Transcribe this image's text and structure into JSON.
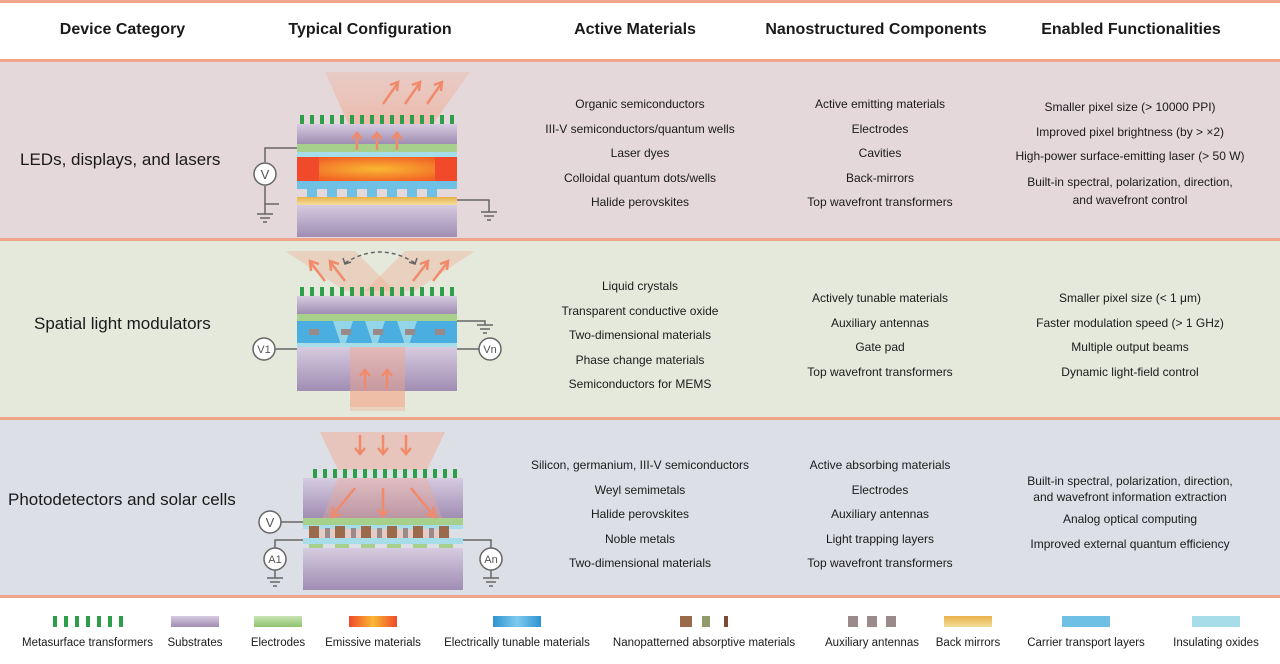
{
  "headers": [
    "Device Category",
    "Typical Configuration",
    "Active Materials",
    "Nanostructured Components",
    "Enabled Functionalities"
  ],
  "rows": [
    {
      "category": "LEDs, displays, and lasers",
      "materials": [
        "Organic semiconductors",
        "III-V semiconductors/quantum wells",
        "Laser dyes",
        "Colloidal quantum dots/wells",
        "Halide perovskites"
      ],
      "components": [
        "Active emitting materials",
        "Electrodes",
        "Cavities",
        "Back-mirrors",
        "Top wavefront transformers"
      ],
      "functions": [
        "Smaller pixel size (> 10000 PPI)",
        "Improved pixel brightness (by > ×2)",
        "High-power surface-emitting laser (> 50 W)",
        "Built-in spectral, polarization, direction,",
        "and wavefront control"
      ],
      "labels": {
        "v": "V"
      }
    },
    {
      "category": "Spatial light modulators",
      "materials": [
        "Liquid crystals",
        "Transparent conductive oxide",
        "Two-dimensional materials",
        "Phase change materials",
        "Semiconductors for MEMS"
      ],
      "components": [
        "Actively tunable materials",
        "Auxiliary antennas",
        "Gate pad",
        "Top wavefront transformers"
      ],
      "functions": [
        "Smaller pixel size (< 1 μm)",
        "Faster modulation speed (> 1 GHz)",
        "Multiple output beams",
        "Dynamic light-field control"
      ],
      "labels": {
        "v1": "V1",
        "vn": "Vn"
      }
    },
    {
      "category": "Photodetectors and solar cells",
      "materials": [
        "Silicon, germanium, III-V semiconductors",
        "Weyl semimetals",
        "Halide perovskites",
        "Noble metals",
        "Two-dimensional materials"
      ],
      "components": [
        "Active absorbing materials",
        "Electrodes",
        "Auxiliary antennas",
        "Light trapping layers",
        "Top wavefront transformers"
      ],
      "functions": [
        "Built-in spectral, polarization, direction,",
        "and wavefront information extraction",
        "Analog optical computing",
        "Improved external quantum efficiency"
      ],
      "labels": {
        "v": "V",
        "a1": "A1",
        "an": "An"
      }
    }
  ],
  "legend": [
    "Metasurface transformers",
    "Substrates",
    "Electrodes",
    "Emissive materials",
    "Electrically tunable materials",
    "Nanopatterned absorptive materials",
    "Auxiliary antennas",
    "Back mirrors",
    "Carrier transport layers",
    "Insulating oxides"
  ],
  "colors": {
    "accent_line": "#f0a58a",
    "metasurface": "#2f9e4b",
    "substrate": "#b3a2c2",
    "electrode": "#a8d08d",
    "emissive": "#f04a2a",
    "tunable": "#4aaee0",
    "absorptive": "#9a6a4a",
    "antenna": "#9b8a8a",
    "back_mirror": "#e8b95a",
    "transport": "#6ec1e4",
    "insulating": "#a6dde8",
    "arrow": "#f08a6a"
  }
}
